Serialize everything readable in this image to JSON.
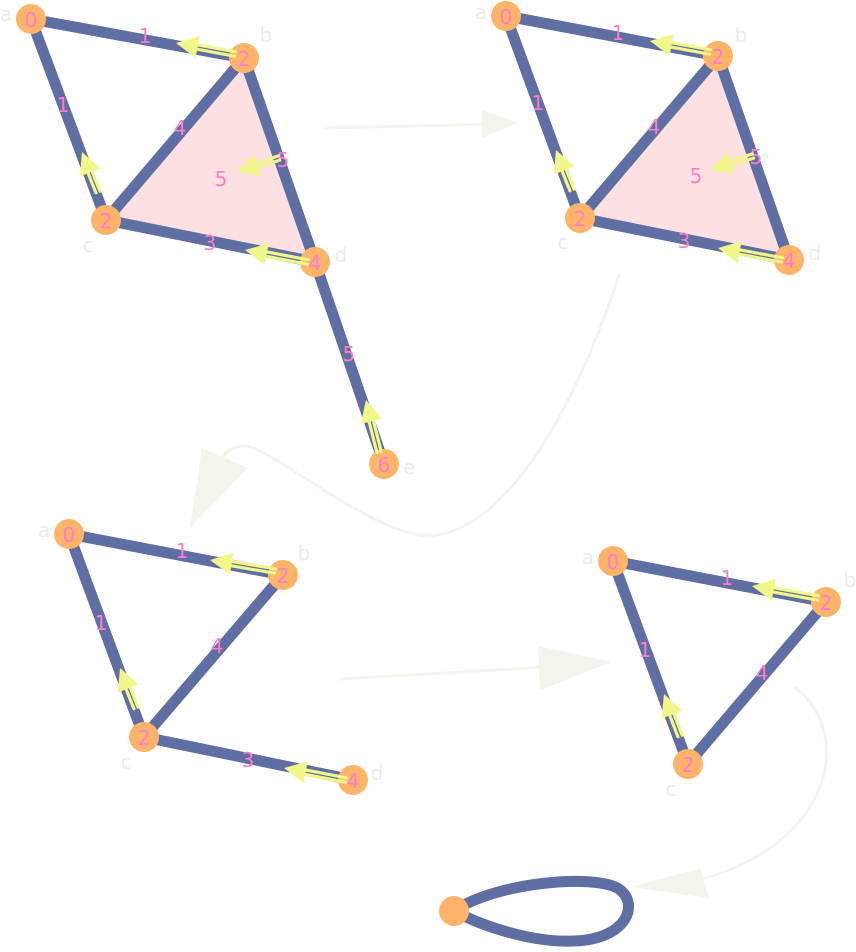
{
  "colors": {
    "edge": "#5f6ea3",
    "node": "#ffb469",
    "vertex_number": "#ff7ecb",
    "edge_number": "#ff7ecb",
    "vertex_label": "#ececec",
    "flow": "#f2f78a",
    "flow_line": "#a8a83c",
    "face": "#fde0e2",
    "connector": "#f3f4ec"
  },
  "panels": [
    {
      "id": "panel-1",
      "vertices": [
        {
          "key": "a",
          "label": "a",
          "value": "0"
        },
        {
          "key": "b",
          "label": "b",
          "value": "2"
        },
        {
          "key": "c",
          "label": "c",
          "value": "2"
        },
        {
          "key": "d",
          "label": "d",
          "value": "4"
        },
        {
          "key": "e",
          "label": "e",
          "value": "6"
        }
      ],
      "edges": [
        {
          "from": "a",
          "to": "b",
          "weight": "1"
        },
        {
          "from": "a",
          "to": "c",
          "weight": "1"
        },
        {
          "from": "b",
          "to": "c",
          "weight": "4"
        },
        {
          "from": "b",
          "to": "d",
          "weight": "5"
        },
        {
          "from": "c",
          "to": "d",
          "weight": "3"
        },
        {
          "from": "d",
          "to": "e",
          "weight": "5"
        }
      ],
      "face_value": "5"
    },
    {
      "id": "panel-2",
      "vertices": [
        {
          "key": "a",
          "label": "a",
          "value": "0"
        },
        {
          "key": "b",
          "label": "b",
          "value": "2"
        },
        {
          "key": "c",
          "label": "c",
          "value": "2"
        },
        {
          "key": "d",
          "label": "d",
          "value": "4"
        }
      ],
      "edges": [
        {
          "from": "a",
          "to": "b",
          "weight": "1"
        },
        {
          "from": "a",
          "to": "c",
          "weight": "1"
        },
        {
          "from": "b",
          "to": "c",
          "weight": "4"
        },
        {
          "from": "b",
          "to": "d",
          "weight": "5"
        },
        {
          "from": "c",
          "to": "d",
          "weight": "3"
        }
      ],
      "face_value": "5"
    },
    {
      "id": "panel-3",
      "vertices": [
        {
          "key": "a",
          "label": "a",
          "value": "0"
        },
        {
          "key": "b",
          "label": "b",
          "value": "2"
        },
        {
          "key": "c",
          "label": "c",
          "value": "2"
        },
        {
          "key": "d",
          "label": "d",
          "value": "4"
        }
      ],
      "edges": [
        {
          "from": "a",
          "to": "b",
          "weight": "1"
        },
        {
          "from": "a",
          "to": "c",
          "weight": "1"
        },
        {
          "from": "b",
          "to": "c",
          "weight": "4"
        },
        {
          "from": "c",
          "to": "d",
          "weight": "3"
        }
      ]
    },
    {
      "id": "panel-4",
      "vertices": [
        {
          "key": "a",
          "label": "a",
          "value": "0"
        },
        {
          "key": "b",
          "label": "b",
          "value": "2"
        },
        {
          "key": "c",
          "label": "c",
          "value": "2"
        }
      ],
      "edges": [
        {
          "from": "a",
          "to": "b",
          "weight": "1"
        },
        {
          "from": "a",
          "to": "c",
          "weight": "1"
        },
        {
          "from": "b",
          "to": "c",
          "weight": "4"
        }
      ]
    },
    {
      "id": "panel-5",
      "vertices": [],
      "edges": [],
      "loop": true
    }
  ]
}
